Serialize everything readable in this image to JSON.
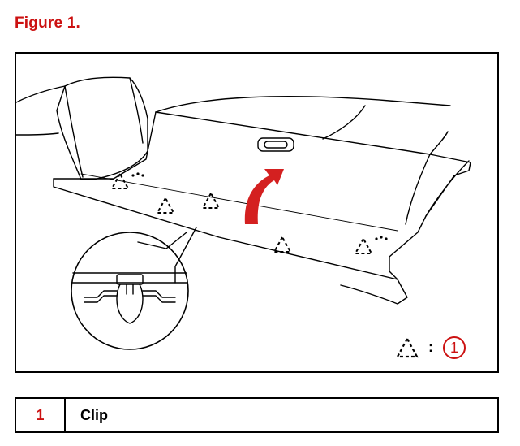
{
  "figure": {
    "title": "Figure 1.",
    "legend": {
      "symbol": "dashed-triangle-icon",
      "separator": ":",
      "number": "1"
    }
  },
  "parts_table": [
    {
      "number": "1",
      "name": "Clip"
    }
  ],
  "colors": {
    "accent_red": "#cc1111",
    "arrow_red": "#d42020",
    "line": "#000000"
  }
}
